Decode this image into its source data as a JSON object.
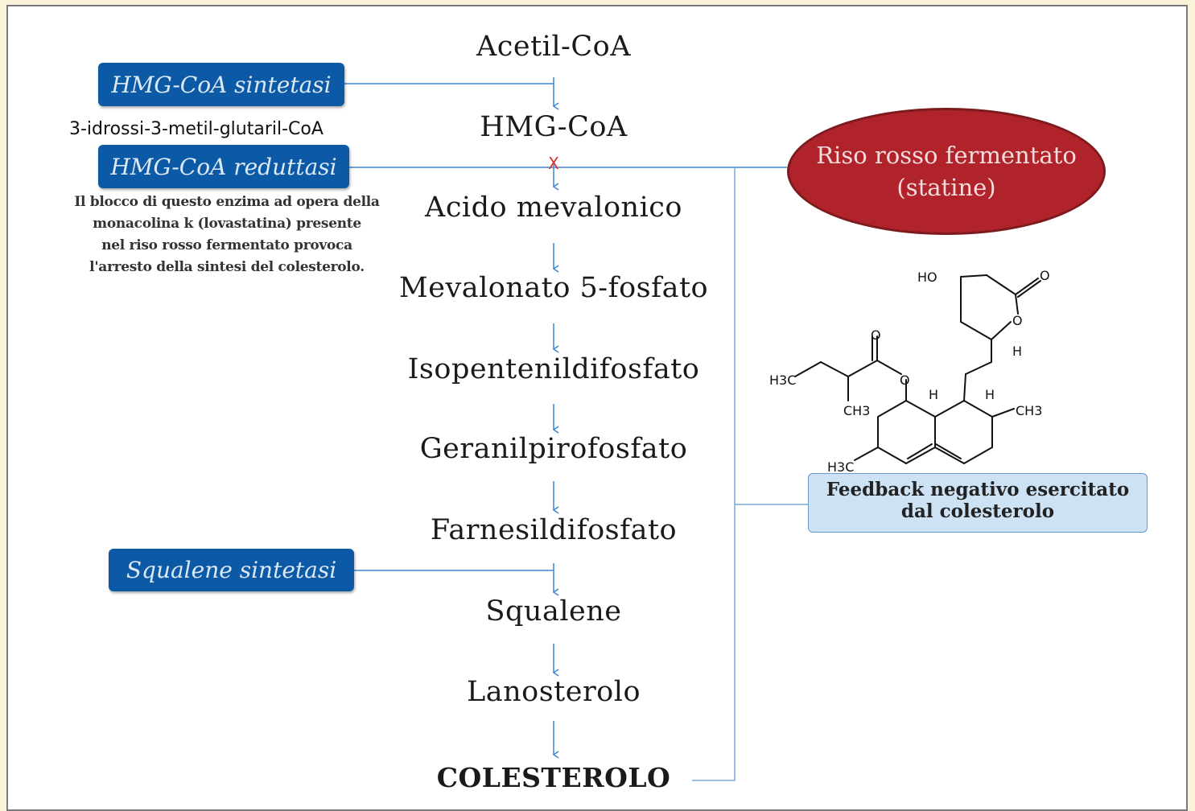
{
  "pathway": {
    "steps": [
      "Acetil-CoA",
      "HMG-CoA",
      "Acido mevalonico",
      "Mevalonato 5-fosfato",
      "Isopentenildifosfato",
      "Geranilpirofosfato",
      "Farnesildifosfato",
      "Squalene",
      "Lanosterolo",
      "COLESTEROLO"
    ],
    "block_mark": "X"
  },
  "enzymes": {
    "hmg_coa_sintetasi": "HMG-CoA sintetasi",
    "hmg_coa_reduttasi": "HMG-CoA reduttasi",
    "squalene_sintetasi": "Squalene sintetasi"
  },
  "labels": {
    "hmg_full_name": "3-idrossi-3-metil-glutaril-CoA",
    "note_lines": [
      "Il blocco di questo enzima ad opera della",
      "monacolina k (lovastatina) presente",
      "nel riso rosso fermentato provoca",
      "l'arresto della sintesi del colesterolo."
    ]
  },
  "inhibitor": {
    "line1": "Riso rosso fermentato",
    "line2": "(statine)"
  },
  "feedback": {
    "line1": "Feedback negativo esercitato",
    "line2": "dal colesterolo"
  },
  "molecule_labels": {
    "ho": "HO",
    "o_carbonyl": "O",
    "o_ring": "O",
    "h_ring": "H",
    "o_ester_carbonyl": "O",
    "o_ester": "O",
    "ch3_branch": "CH3",
    "h3c_chain": "H3C",
    "h_ring_a": "H",
    "h_ring_b": "H",
    "ch3_ring": "CH3",
    "h3c_ring": "H3C"
  },
  "colors": {
    "enzyme_box": "#0c5aa5",
    "inhibitor_oval": "#b0232b",
    "feedback_box": "#cde3f5",
    "arrow": "#3b86d0",
    "block_mark": "#e0302a"
  }
}
